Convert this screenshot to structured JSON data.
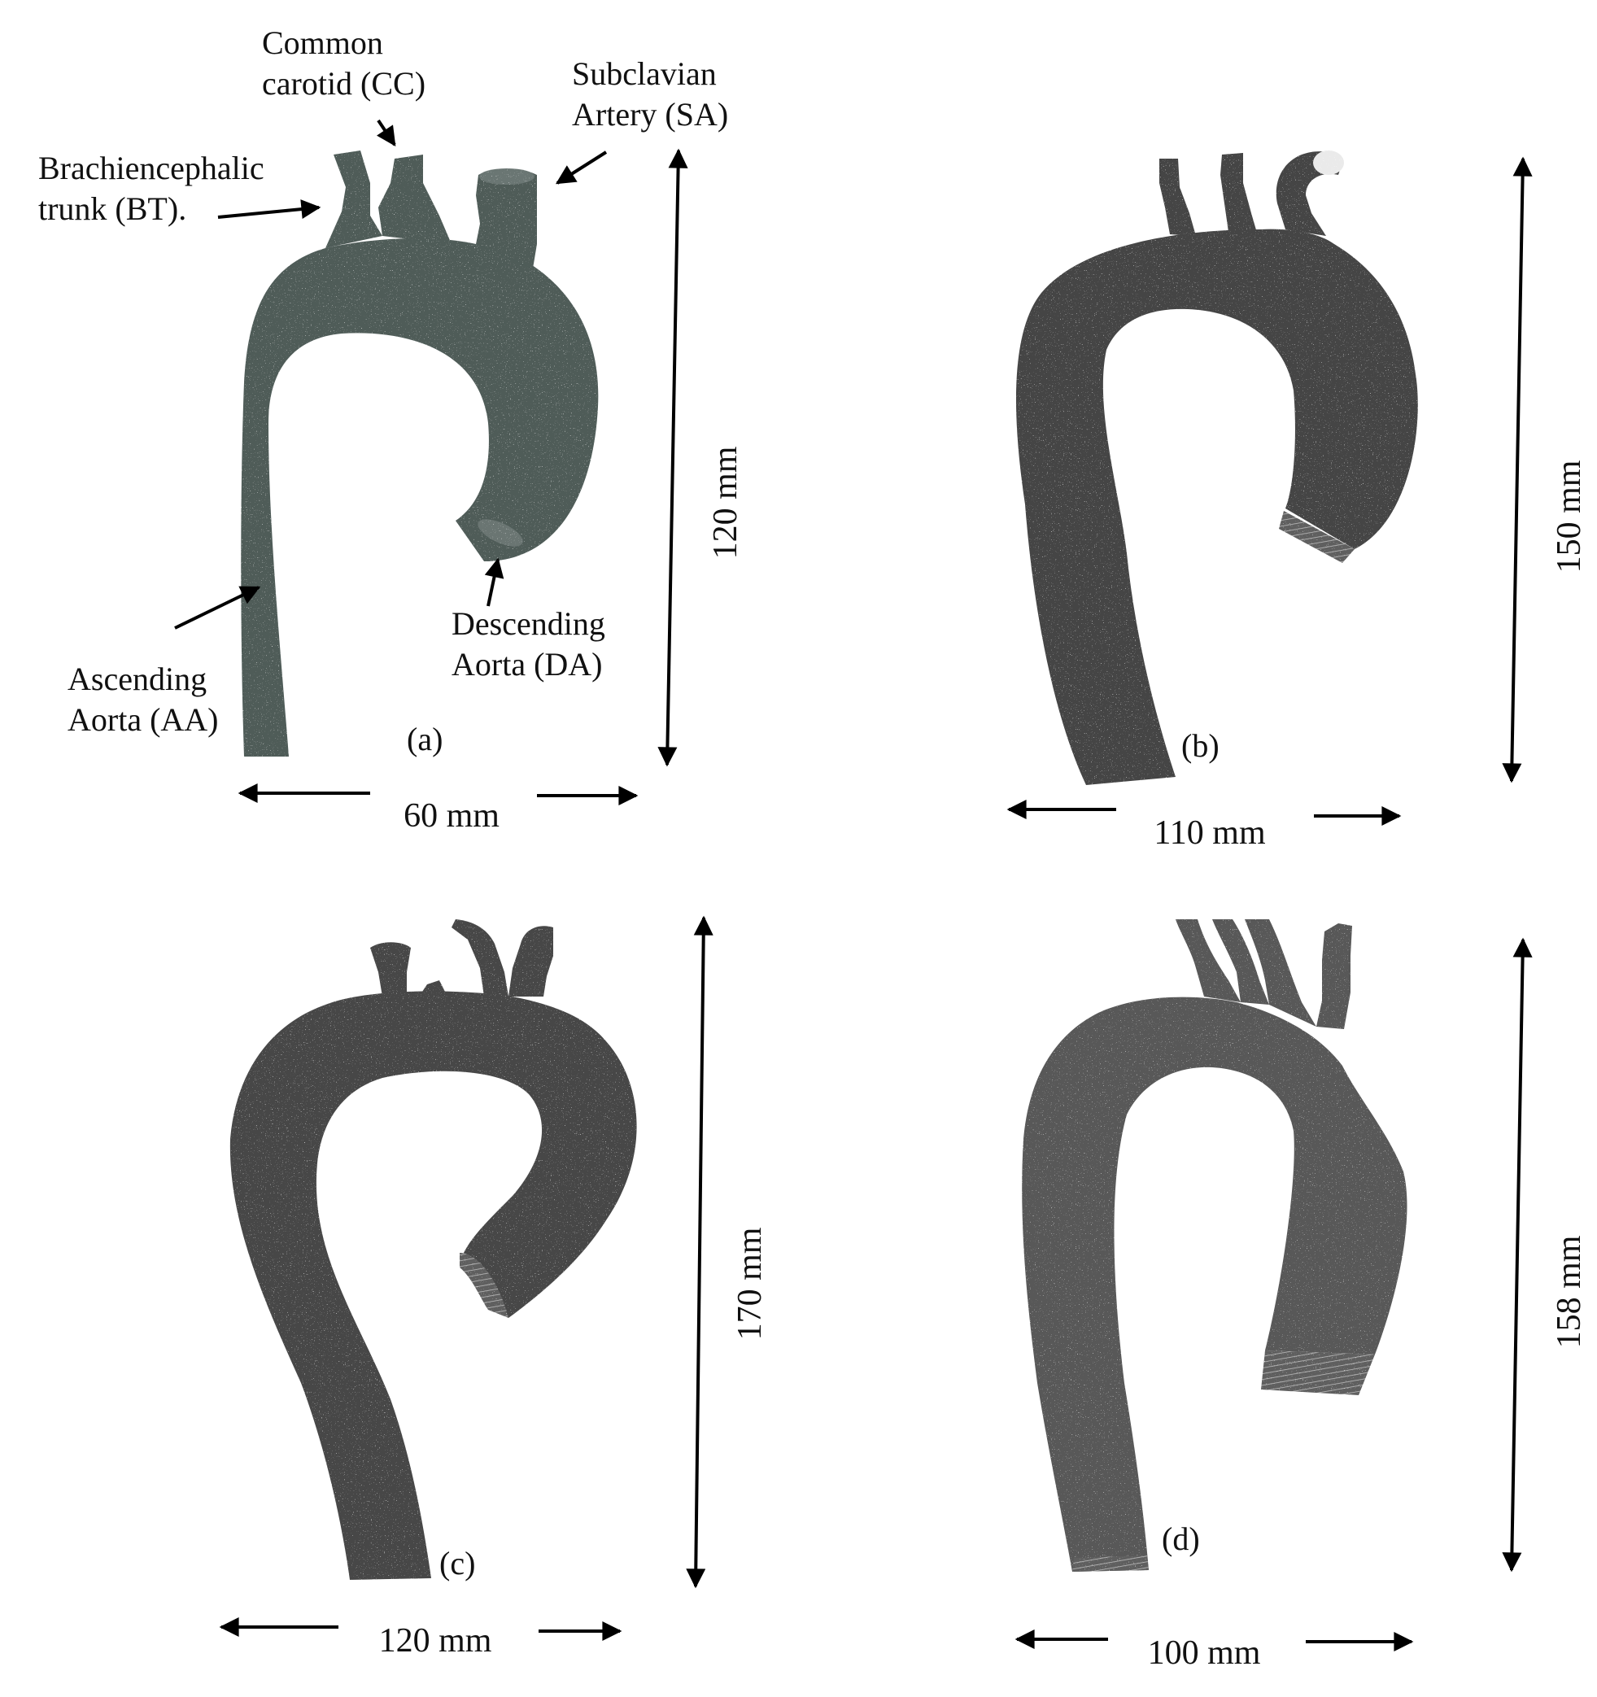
{
  "panels": [
    {
      "id": "a",
      "caption": "(a)",
      "width_label": "60 mm",
      "height_label": "120 mm",
      "color": "#4f5c59"
    },
    {
      "id": "b",
      "caption": "(b)",
      "width_label": "110 mm",
      "height_label": "150 mm",
      "color": "#454545"
    },
    {
      "id": "c",
      "caption": "(c)",
      "width_label": "120 mm",
      "height_label": "170 mm",
      "color": "#474747"
    },
    {
      "id": "d",
      "caption": "(d)",
      "width_label": "100 mm",
      "height_label": "158 mm",
      "color": "#595959"
    }
  ],
  "annotations": {
    "cc": [
      "Common",
      "carotid (CC)"
    ],
    "sa": [
      "Subclavian",
      "Artery (SA)"
    ],
    "bt": [
      "Brachiencephalic",
      "trunk (BT)."
    ],
    "aa": [
      "Ascending",
      "Aorta (AA)"
    ],
    "da": [
      "Descending",
      "Aorta (DA)"
    ]
  }
}
